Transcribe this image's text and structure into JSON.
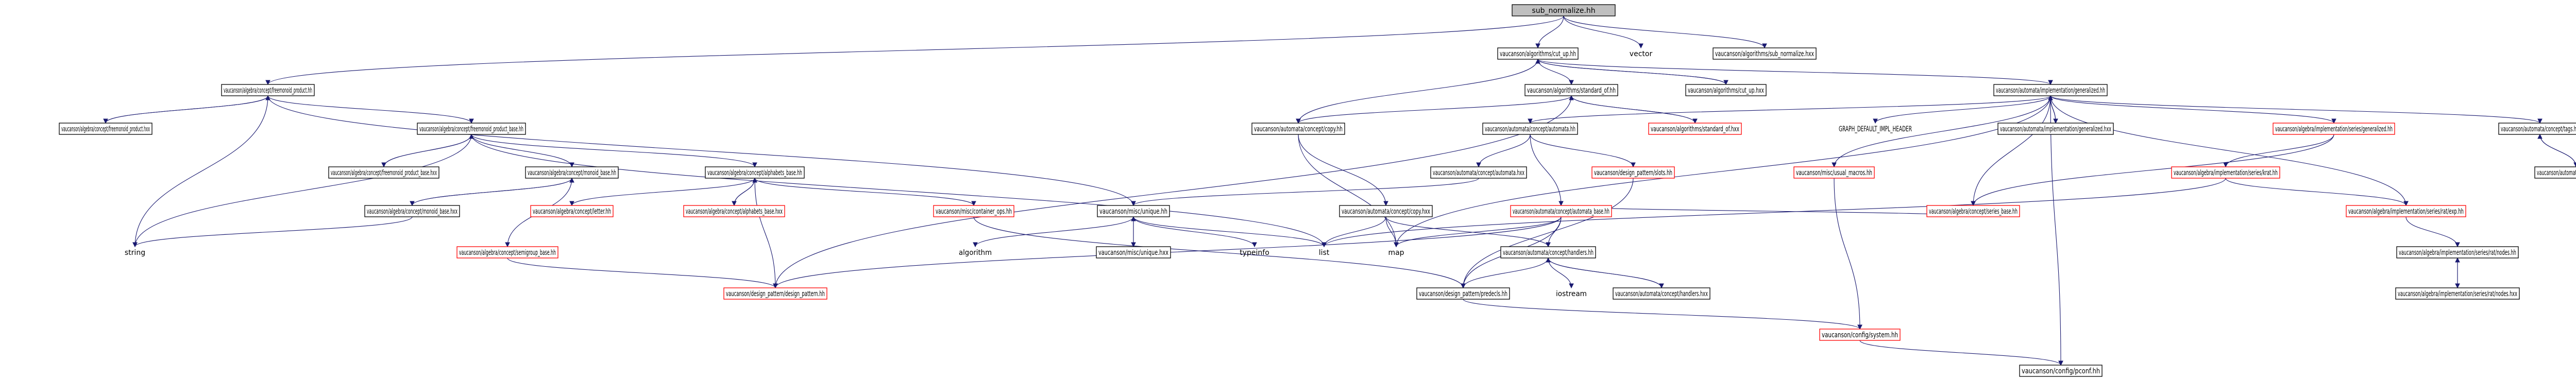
{
  "colors": {
    "edge": "#191970",
    "edge_dashed": "#9a32cd",
    "node_border_documented": "#000000",
    "node_border_undocumented": "#ff0000",
    "node_fill_root": "#bfbfbf",
    "node_fill": "#ffffff"
  },
  "nodes": {
    "root": {
      "label": "sub_normalize.hh",
      "style": "root"
    },
    "cut_up_hh": {
      "label": "vaucanson/algorithms/cut_up.hh",
      "style": "doc"
    },
    "vector": {
      "label": "vector",
      "style": "plain"
    },
    "sub_normalize_hxx": {
      "label": "vaucanson/algorithms/sub_normalize.hxx",
      "style": "doc"
    },
    "freemonoid_product_hh": {
      "label": "vaucanson/algebra/concept/freemonoid_product.hh",
      "style": "doc"
    },
    "standard_of_hh": {
      "label": "vaucanson/algorithms/standard_of.hh",
      "style": "doc"
    },
    "cut_up_hxx": {
      "label": "vaucanson/algorithms/cut_up.hxx",
      "style": "doc"
    },
    "generalized_hh": {
      "label": "vaucanson/automata/implementation/generalized.hh",
      "style": "doc"
    },
    "freemonoid_product_hxx": {
      "label": "vaucanson/algebra/concept/freemonoid_product.hxx",
      "style": "doc"
    },
    "freemonoid_product_base_hh": {
      "label": "vaucanson/algebra/concept/freemonoid_product_base.hh",
      "style": "doc"
    },
    "copy_hh": {
      "label": "vaucanson/automata/concept/copy.hh",
      "style": "doc"
    },
    "automata_hh": {
      "label": "vaucanson/automata/concept/automata.hh",
      "style": "doc"
    },
    "standard_of_hxx": {
      "label": "vaucanson/algorithms/standard_of.hxx",
      "style": "undoc"
    },
    "graph_default": {
      "label": "GRAPH_DEFAULT_IMPL_HEADER",
      "style": "plain"
    },
    "generalized_hxx": {
      "label": "vaucanson/automata/implementation/generalized.hxx",
      "style": "doc"
    },
    "series_generalized_hh": {
      "label": "vaucanson/algebra/implementation/series/generalized.hh",
      "style": "undoc"
    },
    "tags_hh": {
      "label": "vaucanson/automata/concept/tags.hh",
      "style": "doc"
    },
    "freemonoid_product_base_hxx": {
      "label": "vaucanson/algebra/concept/freemonoid_product_base.hxx",
      "style": "doc"
    },
    "monoid_base_hh": {
      "label": "vaucanson/algebra/concept/monoid_base.hh",
      "style": "doc"
    },
    "alphabets_base_hh": {
      "label": "vaucanson/algebra/concept/alphabets_base.hh",
      "style": "doc"
    },
    "automata_hxx": {
      "label": "vaucanson/automata/concept/automata.hxx",
      "style": "doc"
    },
    "design_pattern_slots_hh": {
      "label": "vaucanson/design_pattern/slots.hh",
      "style": "undoc"
    },
    "usual_macros_hh": {
      "label": "vaucanson/misc/usual_macros.hh",
      "style": "undoc"
    },
    "series_krat_hh": {
      "label": "vaucanson/algebra/implementation/series/krat.hh",
      "style": "undoc"
    },
    "tags_hxx": {
      "label": "vaucanson/automata/concept/tags.hxx",
      "style": "doc"
    },
    "monoid_base_hxx": {
      "label": "vaucanson/algebra/concept/monoid_base.hxx",
      "style": "doc"
    },
    "letter_hh": {
      "label": "vaucanson/algebra/concept/letter.hh",
      "style": "undoc"
    },
    "alphabets_base_hxx": {
      "label": "vaucanson/algebra/concept/alphabets_base.hxx",
      "style": "undoc"
    },
    "container_ops_hh": {
      "label": "vaucanson/misc/container_ops.hh",
      "style": "undoc"
    },
    "unique_hh": {
      "label": "vaucanson/misc/unique.hh",
      "style": "doc"
    },
    "copy_hxx": {
      "label": "vaucanson/automata/concept/copy.hxx",
      "style": "doc"
    },
    "automata_base_hh": {
      "label": "vaucanson/automata/concept/automata_base.hh",
      "style": "undoc"
    },
    "series_base_hh": {
      "label": "vaucanson/algebra/concept/series_base.hh",
      "style": "undoc"
    },
    "series_krat_exp_hh": {
      "label": "vaucanson/algebra/implementation/series/rat/exp.hh",
      "style": "undoc"
    },
    "string": {
      "label": "string",
      "style": "plain"
    },
    "semigroup_base_hh": {
      "label": "vaucanson/algebra/concept/semigroup_base.hh",
      "style": "undoc"
    },
    "algorithm": {
      "label": "algorithm",
      "style": "plain"
    },
    "unique_hxx": {
      "label": "vaucanson/misc/unique.hxx",
      "style": "doc"
    },
    "typeinfo": {
      "label": "typeinfo",
      "style": "plain"
    },
    "list": {
      "label": "list",
      "style": "plain"
    },
    "map": {
      "label": "map",
      "style": "plain"
    },
    "handlers_hh": {
      "label": "vaucanson/automata/concept/handlers.hh",
      "style": "doc"
    },
    "nodes_hh": {
      "label": "vaucanson/algebra/implementation/series/rat/nodes.hh",
      "style": "doc"
    },
    "design_pattern_hh": {
      "label": "vaucanson/design_pattern/design_pattern.hh",
      "style": "undoc"
    },
    "predecls_hh": {
      "label": "vaucanson/design_pattern/predecls.hh",
      "style": "doc"
    },
    "iostream": {
      "label": "iostream",
      "style": "plain"
    },
    "handlers_hxx": {
      "label": "vaucanson/automata/concept/handlers.hxx",
      "style": "doc"
    },
    "nodes_hxx": {
      "label": "vaucanson/algebra/implementation/series/rat/nodes.hxx",
      "style": "doc"
    },
    "system_hh": {
      "label": "vaucanson/config/system.hh",
      "style": "undoc"
    },
    "pconf_hh": {
      "label": "vaucanson/config/pconf.hh",
      "style": "doc"
    }
  }
}
